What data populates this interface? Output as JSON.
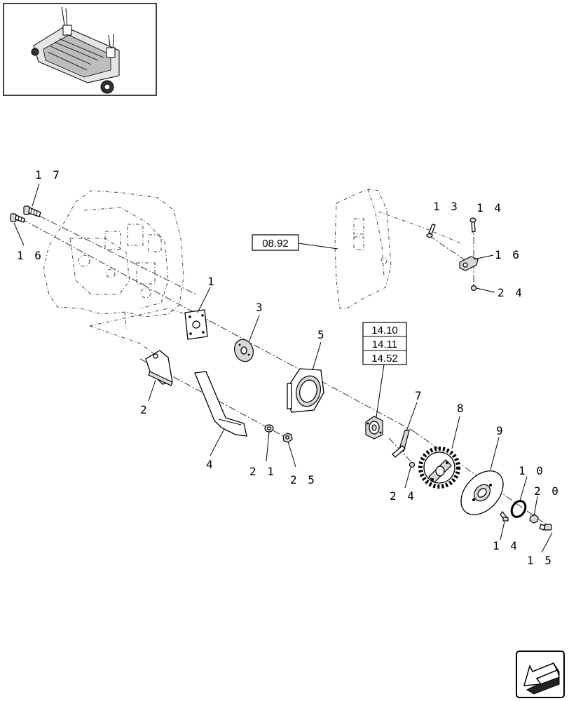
{
  "labels": {
    "l1": "1",
    "l2": "2",
    "l3": "3",
    "l4": "4",
    "l5": "5",
    "l7": "7",
    "l8": "8",
    "l9": "9",
    "l10": "1 0",
    "l13": "1 3",
    "l14a": "1 4",
    "l14b": "1 4",
    "l15": "1 5",
    "l16a": "1 6",
    "l16b": "1 6",
    "l17": "1 7",
    "l20": "2 0",
    "l21": "2 1",
    "l24a": "2 4",
    "l24b": "2 4",
    "l25": "2 5"
  },
  "refs": {
    "r0892": "08.92",
    "r1410": "14.10",
    "r1411": "14.11",
    "r1452": "14.52"
  },
  "icons": {
    "thumbnail": "machine-overview-thumbnail",
    "nav": "navigation-arrow-icon"
  }
}
